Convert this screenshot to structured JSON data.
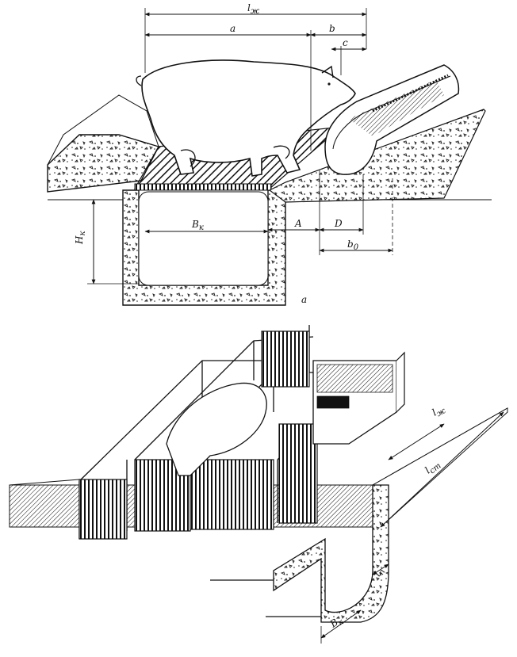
{
  "figure_a": {
    "dims": {
      "l": "l",
      "l_sub": "ж",
      "a": "a",
      "b": "b",
      "c": "c",
      "B": "B",
      "B_sub": "к",
      "H": "H",
      "H_sub": "к",
      "A": "A",
      "D": "D",
      "b0": "b",
      "b0_sub": "0"
    },
    "panel_letter": "а"
  },
  "figure_b": {
    "dims": {
      "lzh": "l",
      "lzh_sub": "ж",
      "lst": "l",
      "lst_sub": "ст",
      "ln": "l",
      "ln_sub": "п",
      "Bk": "B",
      "Bk_sub": "к"
    }
  }
}
